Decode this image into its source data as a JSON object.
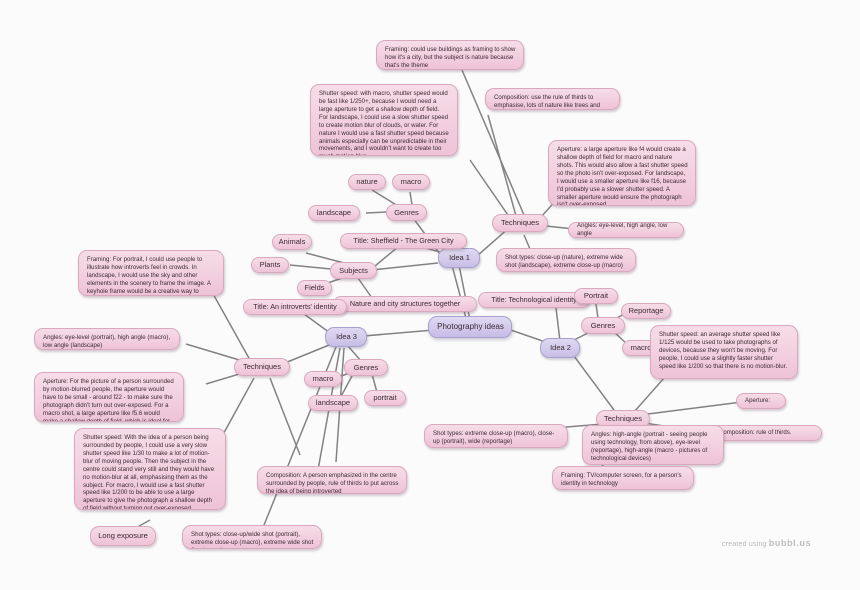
{
  "app": {
    "credit_prefix": "created using",
    "credit_brand": "bubbl.us"
  },
  "central": {
    "label": "Photography ideas"
  },
  "ideas": {
    "idea1": "Idea 1",
    "idea2": "Idea 2",
    "idea3": "Idea 3"
  },
  "titles": {
    "idea1": "Title: Sheffield - The Green City",
    "idea2": "Title: Technological identity",
    "idea3": "Title: An introverts' identity"
  },
  "branch_labels": {
    "genres_1": "Genres",
    "genres_2": "Genres",
    "genres_3": "Genres",
    "subjects_1": "Subjects",
    "techniques_1": "Techniques",
    "techniques_2": "Techniques",
    "techniques_3": "Techniques"
  },
  "idea1": {
    "genres": [
      "nature",
      "macro",
      "landscape"
    ],
    "subjects": [
      "Animals",
      "Plants",
      "Fields",
      "Nature and city structures together"
    ],
    "techniques": {
      "framing": "Framing: could use buildings as framing to show how it's a city, but the subject is nature because that's the theme",
      "shutter_speed": "Shutter speed: with macro, shutter speed would be fast like 1/250+, because I would need a large aperture to get a shallow depth of field. For landscape, I could use a slow shutter speed to create motion blur of clouds, or water. For nature I would use a fast shutter speed because animals especially can be unpredictable in their movements, and I wouldn't want to create too much motion blur.",
      "composition": "Composition: use the rule of thirds to emphasise, lots of nature like trees and plants",
      "aperture": "Aperture: a large aperture like f4 would create a shallow depth of field for macro and nature shots. This would also allow a fast shutter speed so the photo isn't over-exposed. For landscape, I would use a smaller aperture like f16, because I'd probably use a slower shutter speed. A smaller aperture would ensure the photograph isn't over-exposed.",
      "angles": "Angles: eye-level, high angle, low angle",
      "shot_types": "Shot types: close-up (nature), extreme wide shot (landscape), extreme close-up (macro)"
    }
  },
  "idea2": {
    "genres": [
      "Portrait",
      "Reportage",
      "macro"
    ],
    "techniques": {
      "shutter_speed": "Shutter speed: an average shutter speed like 1/125 would be used to take photographs of devices, because they won't be moving. For people, I could use a slightly faster shutter speed like 1/200 so that there is no motion-blur.",
      "aperture": "Aperture:",
      "composition": "Composition: rule of thirds.",
      "angles": "Angles: high-angle (portrait - seeing people using technology, from above), eye-level (reportage), high-angle (macro - pictures of technological devices)",
      "framing": "Framing: TV/computer screen, for a person's identity in technology",
      "shot_types": "Shot types: extreme close-up (macro), close-up (portrait), wide (reportage)"
    }
  },
  "idea3": {
    "genres": [
      "macro",
      "landscape",
      "portrait"
    ],
    "techniques": {
      "framing": "Framing: For portrait, I could use people to illustrate how introverts feel in crowds. In landscape, I would use the sky and other elements in the scenery to frame the image. A keyhole frame would be a creative way to portray an introvert inside their room.",
      "angles": "Angles: eye-level (portrait), high angle (macro), low angle (landscape)",
      "aperture": "Aperture: For the picture of a person surrounded by motion-blurred people, the aperture would have to be small - around f22 - to make sure the photograph didn't turn out over-exposed. For a macro shot, a large aperture like f5.6 would make a shallow depth of field, which is ideal for macro shots.",
      "shutter_speed": "Shutter speed: With the idea of a person being surrounded by people, I could use a very slow shutter speed like 1/30 to make a lot of motion-blur of moving people. Then the subject in the centre could stand very still and they would have no motion-blur at all, emphasising them as the subject. For macro, I would use a fast shutter speed like 1/200 to be able to use a large aperture to give the photograph a shallow depth of field without turning out over-exposed.",
      "long_exposure": "Long exposure",
      "composition": "Composition: A person emphasized in the centre surrounded by people, rule of thirds to put across the idea of being introverted",
      "shot_types": "Shot types: close-up/wide shot (portrait), extreme close-up (macro), extreme wide shot (landscape)"
    }
  },
  "colors": {
    "node_pink": "#f0cddd",
    "node_purple": "#d4cbed",
    "edge": "#6e6e6e",
    "canvas": "#fbfbfb"
  }
}
